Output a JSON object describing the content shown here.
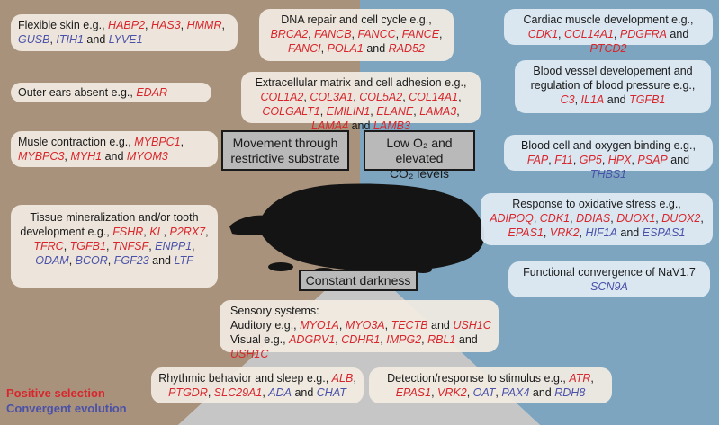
{
  "colors": {
    "positive": "#d8262c",
    "convergent": "#4a51a8",
    "brown": "#a8927c",
    "blue": "#7da5bf",
    "grey": "#c6c6c6"
  },
  "conditions": {
    "movement": "Movement through restrictive substrate",
    "low_o2_line1": "Low O₂ and elevated",
    "low_o2_line2": "CO₂ levels",
    "darkness": "Constant darkness"
  },
  "legend": {
    "positive": "Positive selection",
    "convergent": "Convergent evolution"
  },
  "boxes": [
    {
      "id": "flexible-skin",
      "title": "Flexible skin e.g., ",
      "genes": [
        {
          "n": "HABP2",
          "t": "p"
        },
        {
          "n": "HAS3",
          "t": "p"
        },
        {
          "n": "HMMR",
          "t": "p"
        },
        {
          "n": "GUSB",
          "t": "c"
        },
        {
          "n": "ITIH1",
          "t": "c"
        },
        {
          "n": "LYVE1",
          "t": "c"
        }
      ]
    },
    {
      "id": "outer-ears",
      "title": "Outer ears absent e.g., ",
      "genes": [
        {
          "n": "EDAR",
          "t": "p"
        }
      ]
    },
    {
      "id": "muscle-contraction",
      "title": "Musle contraction e.g., ",
      "genes": [
        {
          "n": "MYBPC1",
          "t": "p"
        },
        {
          "n": "MYBPC3",
          "t": "p"
        },
        {
          "n": "MYH1",
          "t": "p"
        },
        {
          "n": "MYOM3",
          "t": "p"
        }
      ]
    },
    {
      "id": "tissue-mineralization",
      "title": "Tissue mineralization and/or tooth development e.g., ",
      "genes": [
        {
          "n": "FSHR",
          "t": "p"
        },
        {
          "n": "KL",
          "t": "p"
        },
        {
          "n": "P2RX7",
          "t": "p"
        },
        {
          "n": "TFRC",
          "t": "p"
        },
        {
          "n": "TGFB1",
          "t": "p"
        },
        {
          "n": "TNFSF",
          "t": "p"
        },
        {
          "n": "ENPP1",
          "t": "c"
        },
        {
          "n": "ODAM",
          "t": "c"
        },
        {
          "n": "BCOR",
          "t": "c"
        },
        {
          "n": "FGF23",
          "t": "c"
        },
        {
          "n": "LTF",
          "t": "c"
        }
      ]
    },
    {
      "id": "dna-repair",
      "title": "DNA repair and cell cycle e.g., ",
      "genes": [
        {
          "n": "BRCA2",
          "t": "p"
        },
        {
          "n": "FANCB",
          "t": "p"
        },
        {
          "n": "FANCC",
          "t": "p"
        },
        {
          "n": "FANCE",
          "t": "p"
        },
        {
          "n": "FANCI",
          "t": "p"
        },
        {
          "n": "POLA1",
          "t": "p"
        },
        {
          "n": "RAD52",
          "t": "p"
        }
      ]
    },
    {
      "id": "ecm",
      "title": "Extracellular matrix and cell adhesion e.g., ",
      "genes": [
        {
          "n": "COL1A2",
          "t": "p"
        },
        {
          "n": "COL3A1",
          "t": "p"
        },
        {
          "n": "COL5A2",
          "t": "p"
        },
        {
          "n": "COL14A1",
          "t": "p"
        },
        {
          "n": "COLGALT1",
          "t": "p"
        },
        {
          "n": "EMILIN1",
          "t": "p"
        },
        {
          "n": "ELANE",
          "t": "p"
        },
        {
          "n": "LAMA3",
          "t": "p"
        },
        {
          "n": "LAMA4",
          "t": "p"
        },
        {
          "n": "LAMB3",
          "t": "p"
        }
      ]
    },
    {
      "id": "cardiac",
      "title": "Cardiac muscle development e.g., ",
      "genes": [
        {
          "n": "CDK1",
          "t": "p"
        },
        {
          "n": "COL14A1",
          "t": "p"
        },
        {
          "n": "PDGFRA",
          "t": "p"
        },
        {
          "n": "PTCD2",
          "t": "p"
        }
      ]
    },
    {
      "id": "blood-vessel",
      "title": "Blood vessel developement and regulation of blood pressure e.g., ",
      "genes": [
        {
          "n": "C3",
          "t": "p"
        },
        {
          "n": "IL1A",
          "t": "p"
        },
        {
          "n": "TGFB1",
          "t": "p"
        }
      ]
    },
    {
      "id": "blood-cell",
      "title": "Blood cell and oxygen binding e.g., ",
      "genes": [
        {
          "n": "FAP",
          "t": "p"
        },
        {
          "n": "F11",
          "t": "p"
        },
        {
          "n": "GP5",
          "t": "p"
        },
        {
          "n": "HPX",
          "t": "p"
        },
        {
          "n": "PSAP",
          "t": "p"
        },
        {
          "n": "THBS1",
          "t": "c"
        }
      ]
    },
    {
      "id": "oxidative-stress",
      "title": "Response to oxidative stress e.g., ",
      "genes": [
        {
          "n": "ADIPOQ",
          "t": "p"
        },
        {
          "n": "CDK1",
          "t": "p"
        },
        {
          "n": "DDIAS",
          "t": "p"
        },
        {
          "n": "DUOX1",
          "t": "p"
        },
        {
          "n": "DUOX2",
          "t": "p"
        },
        {
          "n": "EPAS1",
          "t": "p"
        },
        {
          "n": "VRK2",
          "t": "p"
        },
        {
          "n": "HIF1A",
          "t": "c"
        },
        {
          "n": "ESPAS1",
          "t": "c"
        }
      ]
    },
    {
      "id": "nav17",
      "title": "Functional convergence of NaV1.7",
      "genes": [
        {
          "n": "SCN9A",
          "t": "c"
        }
      ]
    },
    {
      "id": "sensory",
      "title": "Sensory systems:",
      "lines": [
        {
          "label": "Auditory e.g., ",
          "genes": [
            {
              "n": "MYO1A",
              "t": "p"
            },
            {
              "n": "MYO3A",
              "t": "p"
            },
            {
              "n": "TECTB",
              "t": "p"
            },
            {
              "n": "USH1C",
              "t": "p"
            }
          ]
        },
        {
          "label": "Visual e.g., ",
          "genes": [
            {
              "n": "ADGRV1",
              "t": "p"
            },
            {
              "n": "CDHR1",
              "t": "p"
            },
            {
              "n": "IMPG2",
              "t": "p"
            },
            {
              "n": "RBL1",
              "t": "p"
            },
            {
              "n": "USH1C",
              "t": "p"
            }
          ]
        }
      ]
    },
    {
      "id": "rhythmic",
      "title": "Rhythmic behavior and sleep e.g., ",
      "genes": [
        {
          "n": "ALB",
          "t": "p"
        },
        {
          "n": "PTGDR",
          "t": "p"
        },
        {
          "n": "SLC29A1",
          "t": "p"
        },
        {
          "n": "ADA",
          "t": "c"
        },
        {
          "n": "CHAT",
          "t": "c"
        }
      ]
    },
    {
      "id": "detection",
      "title": "Detection/response to stimulus e.g., ",
      "genes": [
        {
          "n": "ATR",
          "t": "p"
        },
        {
          "n": "EPAS1",
          "t": "p"
        },
        {
          "n": "VRK2",
          "t": "p"
        },
        {
          "n": "OAT",
          "t": "c"
        },
        {
          "n": "PAX4",
          "t": "c"
        },
        {
          "n": "RDH8",
          "t": "c"
        }
      ]
    }
  ]
}
